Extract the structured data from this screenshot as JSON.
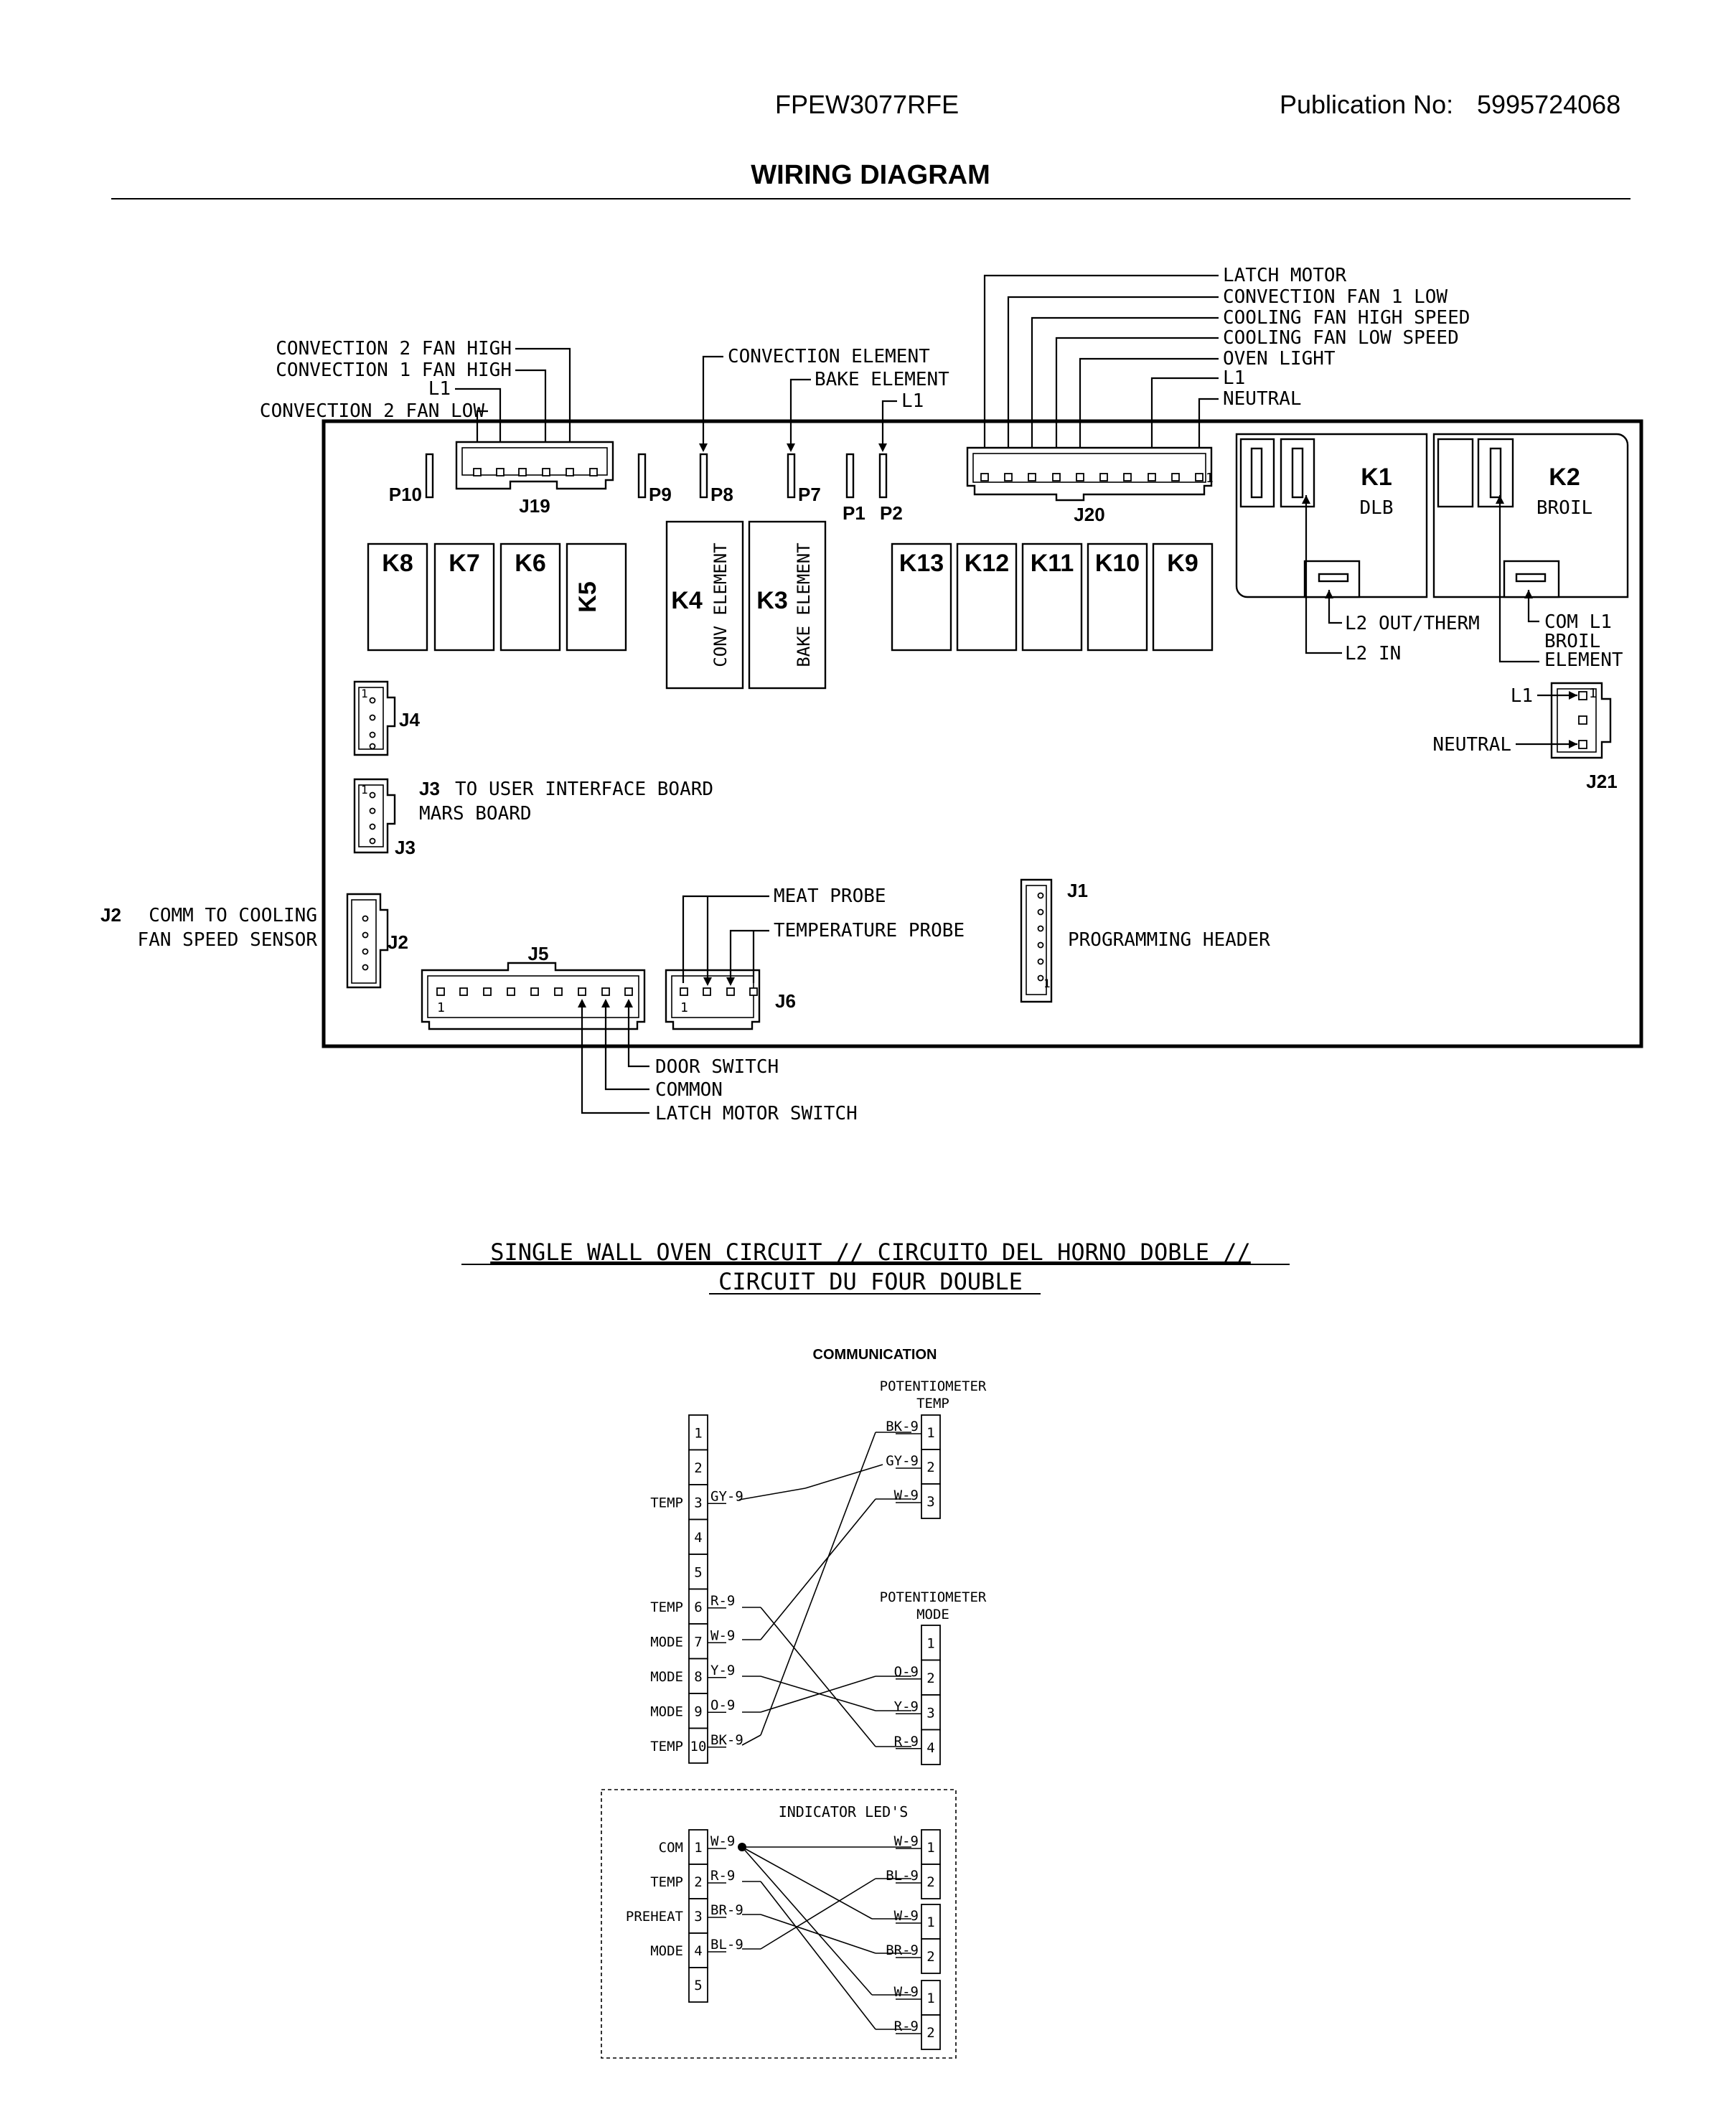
{
  "header": {
    "model": "FPEW3077RFE",
    "publication_label": "Publication No:",
    "publication_number": "5995724068",
    "title": "WIRING DIAGRAM"
  },
  "board": {
    "top_left_labels": {
      "conv2_high": "CONVECTION 2 FAN HIGH",
      "conv1_high": "CONVECTION 1 FAN HIGH",
      "l1": "L1",
      "conv2_low": "CONVECTION 2 FAN LOW"
    },
    "top_mid_labels": {
      "conv_element": "CONVECTION ELEMENT",
      "bake_element": "BAKE ELEMENT",
      "l1": "L1"
    },
    "top_right_labels": {
      "latch_motor": "LATCH MOTOR",
      "conv_fan1_low": "CONVECTION FAN 1 LOW",
      "cool_high": "COOLING FAN HIGH SPEED",
      "cool_low": "COOLING FAN LOW SPEED",
      "oven_light": "OVEN LIGHT",
      "l1": "L1",
      "neutral": "NEUTRAL"
    },
    "connectors": {
      "p10": "P10",
      "j19": "J19",
      "p9": "P9",
      "p8": "P8",
      "p7": "P7",
      "p1": "P1",
      "p2": "P2",
      "j20": "J20",
      "j4": "J4",
      "j3": "J3",
      "j2": "J2",
      "j5": "J5",
      "j6": "J6",
      "j1": "J1",
      "j21": "J21"
    },
    "relays": {
      "k8": "K8",
      "k7": "K7",
      "k6": "K6",
      "k5": "K5",
      "k4": "K4",
      "k4_text": "CONV ELEMENT",
      "k3": "K3",
      "k3_text": "BAKE ELEMENT",
      "k13": "K13",
      "k12": "K12",
      "k11": "K11",
      "k10": "K10",
      "k9": "K9",
      "k1": "K1",
      "k1_text": "DLB",
      "k2": "K2",
      "k2_text": "BROIL"
    },
    "right_labels": {
      "l2_out": "L2 OUT/THERM",
      "l2_in": "L2 IN",
      "com_l1": "COM L1",
      "broil_1": "BROIL",
      "broil_2": "ELEMENT",
      "j21_l1": "L1",
      "j21_neutral": "NEUTRAL"
    },
    "left_labels": {
      "j3_text": "TO USER INTERFACE BOARD",
      "mars": "MARS BOARD",
      "j2_bold": "J2",
      "j2_text1": "COMM TO COOLING",
      "j2_text2": "FAN SPEED SENSOR"
    },
    "bottom_labels": {
      "meat_probe": "MEAT PROBE",
      "temp_probe": "TEMPERATURE PROBE",
      "programming": "PROGRAMMING HEADER",
      "door_switch": "DOOR SWITCH",
      "common": "COMMON",
      "latch_switch": "LATCH MOTOR SWITCH"
    },
    "pin_ones": {
      "j20": "1",
      "j4": "1",
      "j3": "1",
      "j21": "1",
      "j5": "1",
      "j6": "1",
      "j1": "1"
    }
  },
  "circuit": {
    "title_line1": "SINGLE WALL OVEN CIRCUIT // CIRCUITO DEL HORNO DOBLE //",
    "title_line2": "CIRCUIT DU FOUR DOUBLE",
    "communication": "COMMUNICATION",
    "pot_temp_1": "POTENTIOMETER",
    "pot_temp_2": "TEMP",
    "pot_mode_1": "POTENTIOMETER",
    "pot_mode_2": "MODE",
    "left_pins": [
      "1",
      "2",
      "3",
      "4",
      "5",
      "6",
      "7",
      "8",
      "9",
      "10"
    ],
    "left_pin_labels": [
      "",
      "",
      "TEMP",
      "",
      "",
      "TEMP",
      "MODE",
      "MODE",
      "MODE",
      "TEMP"
    ],
    "left_wires": [
      "",
      "",
      "GY-9",
      "",
      "",
      "R-9",
      "W-9",
      "Y-9",
      "O-9",
      "BK-9"
    ],
    "pot_temp_pins": [
      "1",
      "2",
      "3"
    ],
    "pot_temp_wires": [
      "BK-9",
      "GY-9",
      "W-9"
    ],
    "pot_mode_pins": [
      "1",
      "2",
      "3",
      "4"
    ],
    "pot_mode_wires": [
      "",
      "O-9",
      "Y-9",
      "R-9"
    ],
    "indicator_title": "INDICATOR LED'S",
    "led_left_pins": [
      "1",
      "2",
      "3",
      "4",
      "5"
    ],
    "led_left_labels": [
      "COM",
      "TEMP",
      "PREHEAT",
      "MODE",
      ""
    ],
    "led_left_wires": [
      "W-9",
      "R-9",
      "BR-9",
      "BL-9",
      ""
    ],
    "led_groups": [
      {
        "pins": [
          "1",
          "2"
        ],
        "wires": [
          "W-9",
          "BL-9"
        ]
      },
      {
        "pins": [
          "1",
          "2"
        ],
        "wires": [
          "W-9",
          "BR-9"
        ]
      },
      {
        "pins": [
          "1",
          "2"
        ],
        "wires": [
          "W-9",
          "R-9"
        ]
      }
    ]
  }
}
